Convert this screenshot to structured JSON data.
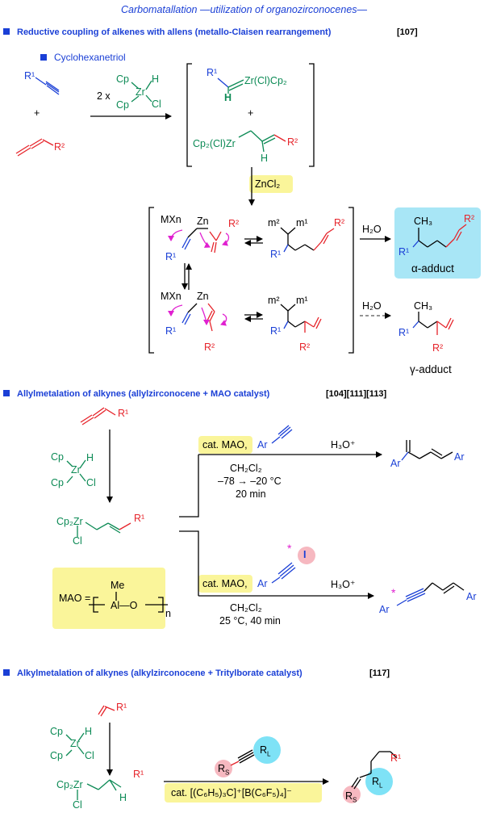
{
  "title": "Carbomatallation —utilization of organozirconocenes—",
  "sections": [
    {
      "label": "Reductive coupling of alkenes with allens (metallo-Claisen rearrangement)",
      "ref": "[107]"
    },
    {
      "label": "Allylmetalation of alkynes (allylzirconocene + MAO catalyst)",
      "ref": "[104][111][113]"
    },
    {
      "label": "Alkylmetalation of alkynes (alkylzirconocene + Tritylborate catalyst)",
      "ref": "[117]"
    }
  ],
  "sub_label": "Cyclohexanetriol",
  "text": {
    "r1": "R¹",
    "r2": "R²",
    "plus": "+",
    "two_x": "2 x",
    "cp": "Cp",
    "zr": "Zr",
    "h": "H",
    "cl": "Cl",
    "zrclcp2": "Zr(Cl)Cp₂",
    "cp2clzr": "Cp₂(Cl)Zr",
    "zncl2": "ZnCl₂",
    "mxn": "MXn",
    "zn": "Zn",
    "m1": "m¹",
    "m2": "m²",
    "ch3": "CH₃",
    "h2o": "H₂O",
    "alpha_adduct": "α-adduct",
    "gamma_adduct": "γ-adduct",
    "cp2zr": "Cp₂Zr",
    "cat_mao": "cat. MAO,",
    "ar": "Ar",
    "h3o": "H₃O⁺",
    "ch2cl2": "CH₂Cl₂",
    "cond1_temp": "–78 → –20 °C",
    "cond1_time": "20 min",
    "cond2": "25 °C, 40 min",
    "i": "I",
    "star": "*",
    "mao_eq": "MAO =",
    "me": "Me",
    "al_o": "Al—O",
    "n": "n",
    "trityl": "cat. [(C₆H₅)₃C]⁺[B(C₆F₅)₄]⁻",
    "rs": "R",
    "rs_sub": "S",
    "rl": "R",
    "rl_sub": "L"
  },
  "colors": {
    "blue": "#1a3fd6",
    "red": "#e6232a",
    "green": "#0c8a55",
    "magenta": "#e020d0",
    "yellow": "#faf59a",
    "cyan": "#a8e6f6",
    "pink": "#f6b8c0"
  }
}
